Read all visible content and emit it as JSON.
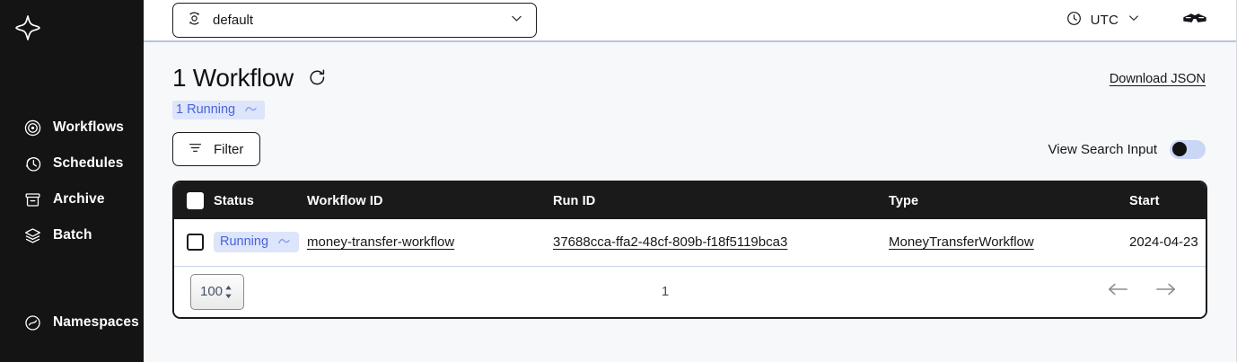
{
  "sidebar": {
    "logo_name": "temporal-logo",
    "items": [
      {
        "label": "Workflows",
        "icon": "workflows-icon"
      },
      {
        "label": "Schedules",
        "icon": "schedules-icon"
      },
      {
        "label": "Archive",
        "icon": "archive-icon"
      },
      {
        "label": "Batch",
        "icon": "batch-icon"
      }
    ],
    "bottom_items": [
      {
        "label": "Namespaces",
        "icon": "namespaces-icon"
      }
    ]
  },
  "topbar": {
    "namespace": "default",
    "namespace_icon": "namespace-icon",
    "namespace_chevron": "chevron-down-icon",
    "timezone": "UTC",
    "timezone_icon": "clock-icon",
    "timezone_chevron": "chevron-down-icon",
    "glasses_icon": "glasses-icon"
  },
  "header": {
    "title": "1 Workflow",
    "refresh_icon": "refresh-icon",
    "download_json": "Download JSON"
  },
  "status_summary": {
    "label": "1 Running",
    "icon": "running-squiggle-icon"
  },
  "toolbar": {
    "filter_label": "Filter",
    "filter_icon": "filter-icon",
    "search_toggle_label": "View Search Input",
    "search_toggle_on": false
  },
  "table": {
    "columns": [
      "Status",
      "Workflow ID",
      "Run ID",
      "Type",
      "Start"
    ],
    "rows": [
      {
        "status": "Running",
        "status_icon": "running-squiggle-icon",
        "workflow_id": "money-transfer-workflow",
        "run_id": "37688cca-ffa2-48cf-809b-f18f5119bca3",
        "type": "MoneyTransferWorkflow",
        "start": "2024-04-23 "
      }
    ]
  },
  "pagination": {
    "page_size": "100",
    "page_count": "1",
    "prev_icon": "arrow-left-icon",
    "next_icon": "arrow-right-icon"
  },
  "colors": {
    "sidebar_bg": "#141414",
    "page_bg": "#f7f8fa",
    "accent_blue": "#4864d9",
    "pill_bg": "#dde5fb",
    "table_header_bg": "#1a1a1a",
    "row_divider": "#c9d4e8"
  }
}
